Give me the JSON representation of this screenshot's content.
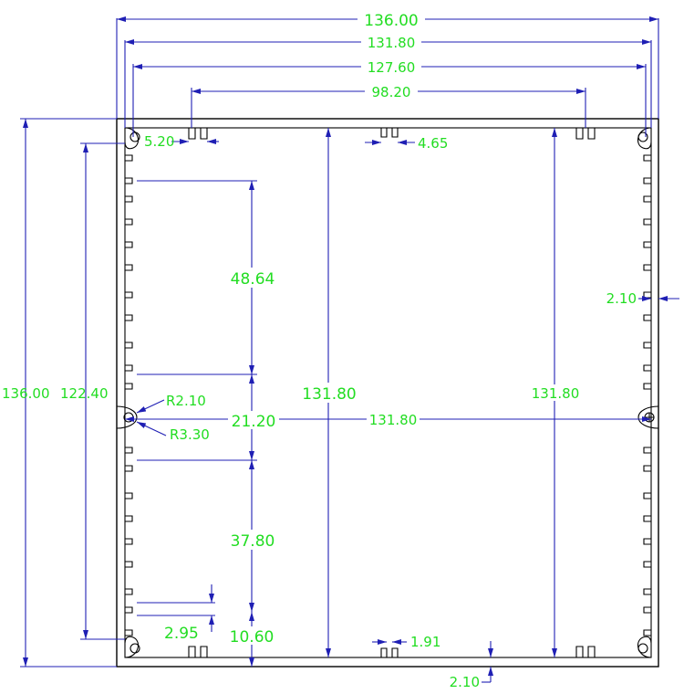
{
  "colors": {
    "outline": "#000000",
    "dimension": "#1f1fb4",
    "label": "#22dd22",
    "background": "#ffffff"
  },
  "dimensions": {
    "overall_width": "136.00",
    "flange_width": "131.80",
    "inner_width": "127.60",
    "slot_span": "98.20",
    "slot_pitch": "5.20",
    "center_gap": "4.65",
    "wall_thickness_right": "2.10",
    "overall_height": "136.00",
    "slot_span_vertical": "122.40",
    "inner_height_left": "131.80",
    "inner_height_right": "131.80",
    "horizontal_span": "131.80",
    "upper_gap": "48.64",
    "mid_gap": "21.20",
    "lower_gap": "37.80",
    "radius_small": "R2.10",
    "radius_large": "R3.30",
    "fin_height": "2.95",
    "bottom_gap": "10.60",
    "bottom_center_gap": "1.91",
    "wall_thickness_bottom": "2.10"
  }
}
